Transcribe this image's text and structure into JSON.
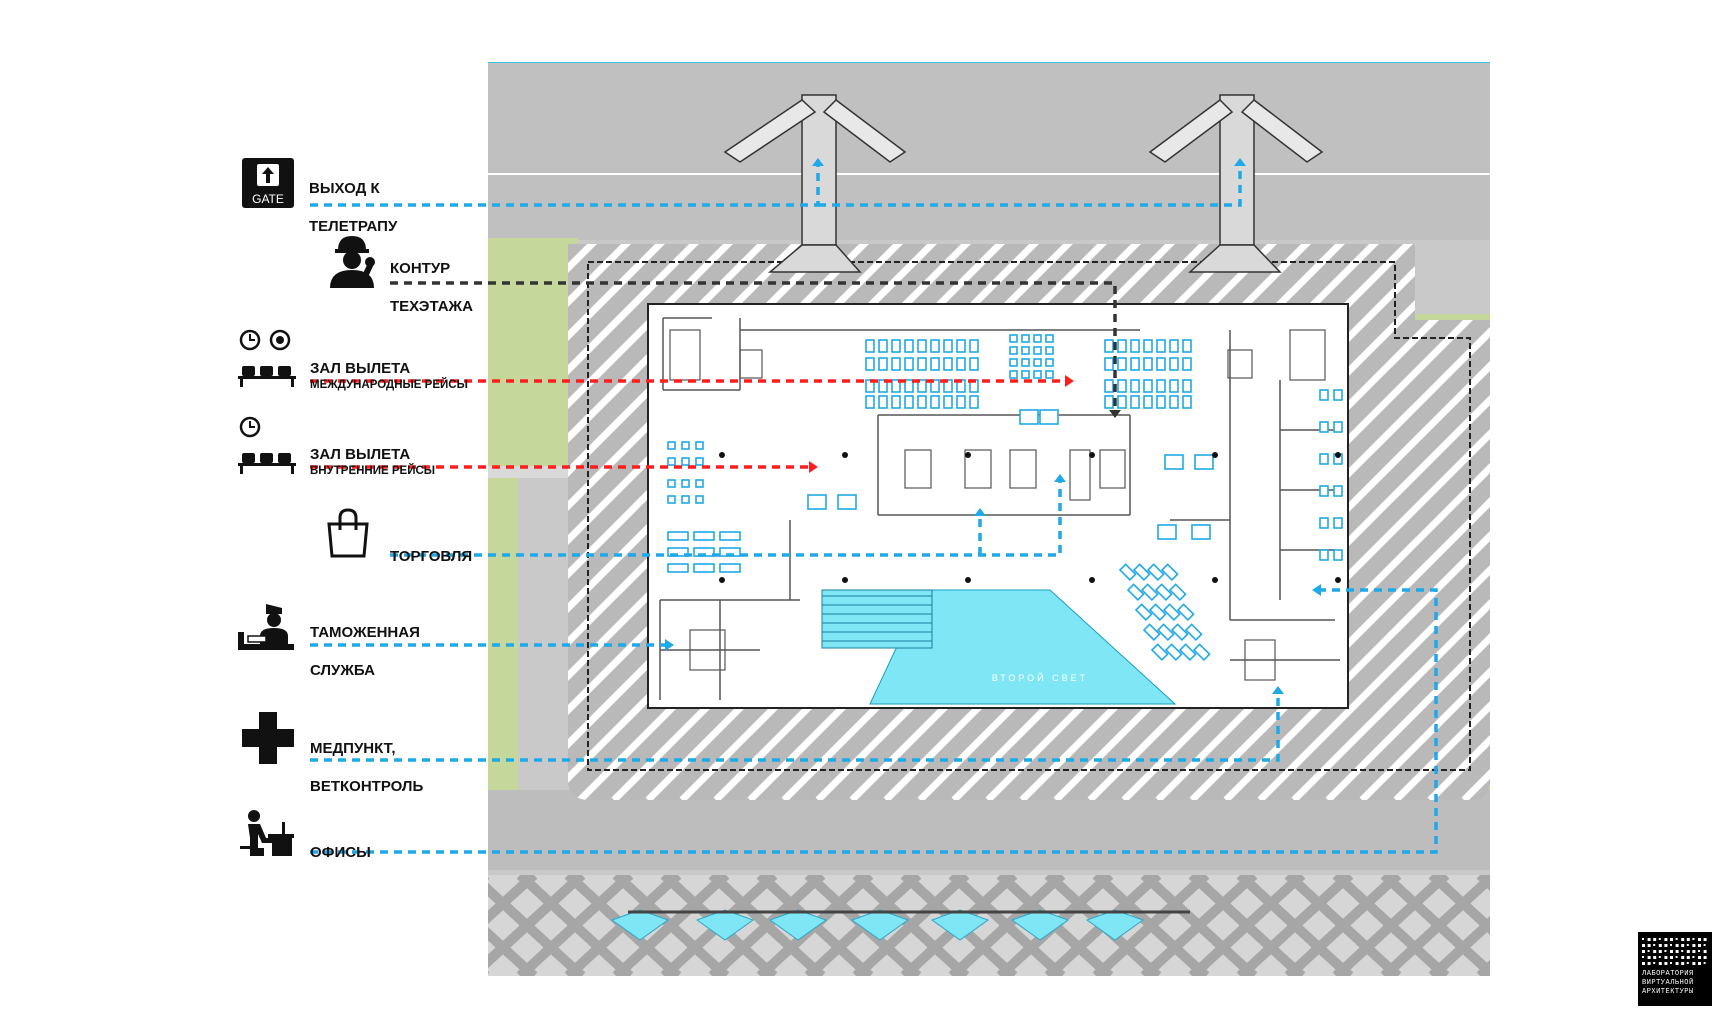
{
  "colors": {
    "blue": "#1fa9e6",
    "red": "#ff1e1e",
    "dark": "#333333",
    "road": "#c4c4c4",
    "grass": "#c5d69a",
    "water": "#7fe6f6"
  },
  "legend": [
    {
      "id": "gate",
      "icon": "gate-arrow-icon",
      "line1": "ВЫХОД К",
      "line2": "ТЕЛЕТРАПУ",
      "icon_text": "GATE",
      "color": "blue"
    },
    {
      "id": "tech",
      "icon": "technician-icon",
      "line1": "КОНТУР",
      "line2": "ТЕХЭТАЖА",
      "color": "dark"
    },
    {
      "id": "intl",
      "icon": "clock-globe-seats-icon",
      "line1": "ЗАЛ ВЫЛЕТА",
      "line2": "МЕЖДУНАРОДНЫЕ РЕЙСЫ",
      "color": "red"
    },
    {
      "id": "dom",
      "icon": "clock-seats-icon",
      "line1": "ЗАЛ ВЫЛЕТА",
      "line2": "ВНУТРЕННИЕ РЕЙСЫ",
      "color": "red"
    },
    {
      "id": "retail",
      "icon": "shopping-bag-icon",
      "line1": "ТОРГОВЛЯ",
      "color": "blue"
    },
    {
      "id": "customs",
      "icon": "customs-officer-icon",
      "line1": "ТАМОЖЕННАЯ",
      "line2": "СЛУЖБА",
      "color": "blue"
    },
    {
      "id": "med",
      "icon": "medical-cross-icon",
      "line1": "МЕДПУНКТ,",
      "line2": "ВЕТКОНТРОЛЬ",
      "color": "blue"
    },
    {
      "id": "office",
      "icon": "office-worker-icon",
      "line1": "ОФИСЫ",
      "color": "blue"
    }
  ],
  "plan": {
    "void_label": "ВТОРОЙ СВЕТ"
  },
  "logo": {
    "line1": "ЛАБОРАТОРИЯ",
    "line2": "ВИРТУАЛЬНОЙ",
    "line3": "АРХИТЕКТУРЫ"
  }
}
